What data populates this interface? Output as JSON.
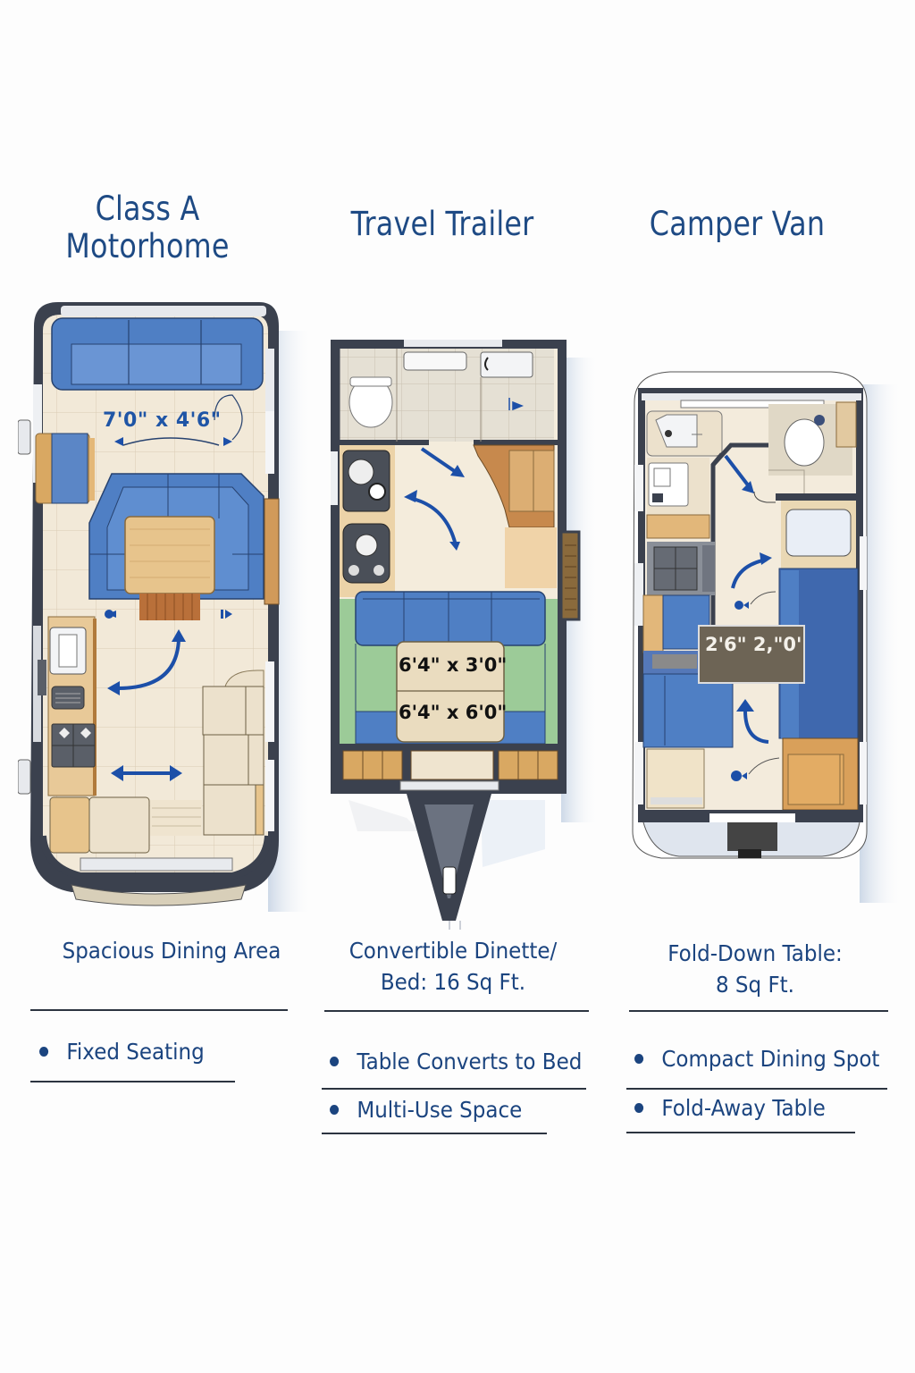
{
  "columns": [
    {
      "title_line1": "Class A",
      "title_line2": "Motorhome",
      "dimension_label": "7'0\" x 4'6\"",
      "caption": "Spacious Dining Area",
      "bullets": [
        "Fixed Seating"
      ]
    },
    {
      "title": "Travel Trailer",
      "dimension_label_1": "6'4\" x 3'0\"",
      "dimension_label_2": "6'4\" x 6'0\"",
      "caption_line1": "Convertible Dinette/",
      "caption_line2": "Bed: 16 Sq Ft.",
      "bullets": [
        "Table Converts to Bed",
        "Multi-Use Space"
      ]
    },
    {
      "title": "Camper Van",
      "dimension_label": "2'6\" 2,\"0'",
      "caption_line1": "Fold-Down Table:",
      "caption_line2": "8 Sq Ft.",
      "bullets": [
        "Compact Dining Spot",
        "Fold-Away Table"
      ]
    }
  ],
  "colors": {
    "title_blue": "#1e4a84",
    "cushion_blue": "#4f7fc4",
    "wall_dark": "#3a404c",
    "floor_cream": "#f1e8d6",
    "wood": "#d9a862",
    "green": "#9ccb98",
    "arrow_blue": "#1c4fa8",
    "table_gray": "#6d6455"
  }
}
